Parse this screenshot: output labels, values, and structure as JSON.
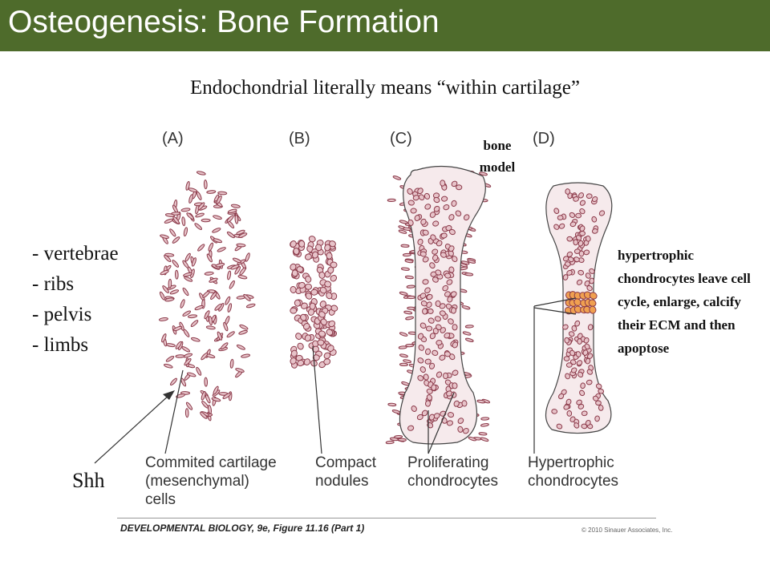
{
  "title": "Osteogenesis: Bone Formation",
  "subtitle": "Endochondrial literally means “within cartilage”",
  "sites": [
    "- vertebrae",
    "- ribs",
    "- pelvis",
    "- limbs"
  ],
  "shh_label": "Shh",
  "bone_model_label": "bone\nmodel",
  "hypertrophic_note": "hypertrophic chondrocytes leave cell cycle, enlarge, calcify their ECM and then apoptose",
  "panels": {
    "a": {
      "label": "(A)",
      "caption": "Commited cartilage\n(mesenchymal)\ncells"
    },
    "b": {
      "label": "(B)",
      "caption": "Compact\nnodules"
    },
    "c": {
      "label": "(C)",
      "caption": "Proliferating\nchondrocytes"
    },
    "d": {
      "label": "(D)",
      "caption": "Hypertrophic\nchondrocytes"
    }
  },
  "footer": {
    "source": "DEVELOPMENTAL BIOLOGY, 9e, Figure 11.16 (Part 1)",
    "copyright": "© 2010 Sinauer Associates, Inc."
  },
  "colors": {
    "title_bar": "#4e6b2b",
    "cell_fill": "#e7c3c9",
    "cell_stroke": "#8b3a4a",
    "hypertrophic_fill": "#f0a050"
  }
}
